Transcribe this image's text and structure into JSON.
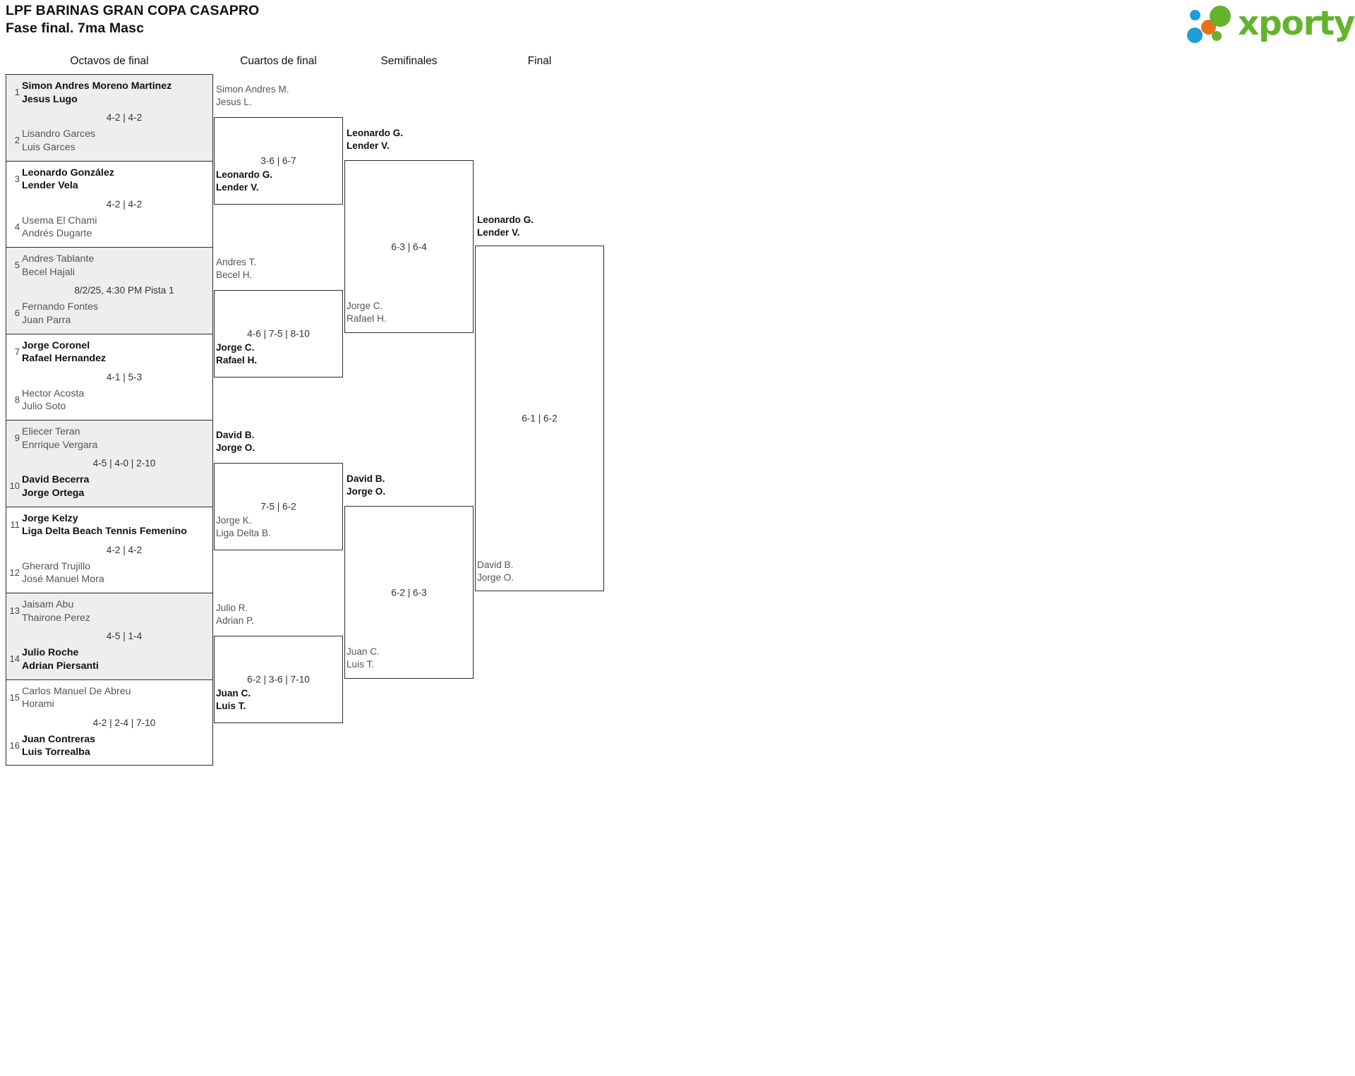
{
  "header": {
    "title_line1": "LPF BARINAS GRAN COPA CASAPRO",
    "title_line2": "Fase final. 7ma Masc",
    "logo_text": "xporty",
    "logo_colors": {
      "green": "#63b32c",
      "blue": "#1b9dd9",
      "orange": "#e8701a"
    }
  },
  "rounds": [
    {
      "id": "octavos",
      "label": "Octavos de final"
    },
    {
      "id": "cuartos",
      "label": "Cuartos de final"
    },
    {
      "id": "semifinales",
      "label": "Semifinales"
    },
    {
      "id": "final",
      "label": "Final"
    }
  ],
  "round1": {
    "matches": [
      {
        "shaded": true,
        "score": "4-2 | 4-2",
        "top": {
          "seed": "1",
          "p1": "Simon Andres Moreno Martinez",
          "p2": "Jesus Lugo",
          "winner": true
        },
        "bottom": {
          "seed": "2",
          "p1": "Lisandro Garces",
          "p2": "Luis Garces",
          "winner": false
        }
      },
      {
        "shaded": false,
        "score": "4-2 | 4-2",
        "top": {
          "seed": "3",
          "p1": "Leonardo González",
          "p2": "Lender Vela",
          "winner": true
        },
        "bottom": {
          "seed": "4",
          "p1": "Usema El Chami",
          "p2": "Andrés Dugarte",
          "winner": false
        }
      },
      {
        "shaded": true,
        "score": "8/2/25, 4:30 PM Pista 1",
        "top": {
          "seed": "5",
          "p1": "Andres Tablante",
          "p2": "Becel Hajali",
          "winner": false
        },
        "bottom": {
          "seed": "6",
          "p1": "Fernando Fontes",
          "p2": "Juan Parra",
          "winner": false
        }
      },
      {
        "shaded": false,
        "score": "4-1 | 5-3",
        "top": {
          "seed": "7",
          "p1": "Jorge Coronel",
          "p2": "Rafael Hernandez",
          "winner": true
        },
        "bottom": {
          "seed": "8",
          "p1": "Hector Acosta",
          "p2": "Julio Soto",
          "winner": false
        }
      },
      {
        "shaded": true,
        "score": "4-5 | 4-0 | 2-10",
        "top": {
          "seed": "9",
          "p1": "Eliecer Teran",
          "p2": "Enrrique Vergara",
          "winner": false
        },
        "bottom": {
          "seed": "10",
          "p1": "David Becerra",
          "p2": "Jorge Ortega",
          "winner": true
        }
      },
      {
        "shaded": false,
        "score": "4-2 | 4-2",
        "top": {
          "seed": "11",
          "p1": "Jorge Kelzy",
          "p2": "Liga Delta Beach Tennis Femenino",
          "winner": true
        },
        "bottom": {
          "seed": "12",
          "p1": "Gherard Trujillo",
          "p2": "José Manuel Mora",
          "winner": false
        }
      },
      {
        "shaded": true,
        "score": "4-5 | 1-4",
        "top": {
          "seed": "13",
          "p1": "Jaisam Abu",
          "p2": "Thairone Perez",
          "winner": false
        },
        "bottom": {
          "seed": "14",
          "p1": "Julio Roche",
          "p2": "Adrian Piersanti",
          "winner": true
        }
      },
      {
        "shaded": false,
        "score": "4-2 | 2-4 | 7-10",
        "top": {
          "seed": "15",
          "p1": "Carlos Manuel De Abreu",
          "p2": "Horami",
          "winner": false
        },
        "bottom": {
          "seed": "16",
          "p1": "Juan Contreras",
          "p2": "Luis Torrealba",
          "winner": true
        }
      }
    ]
  },
  "round2": {
    "matches": [
      {
        "score": "3-6 | 6-7",
        "top": {
          "p1": "Simon Andres M.",
          "p2": "Jesus L.",
          "winner": false
        },
        "bottom": {
          "p1": "Leonardo G.",
          "p2": "Lender V.",
          "winner": true
        }
      },
      {
        "score": "4-6 | 7-5 | 8-10",
        "top": {
          "p1": "Andres T.",
          "p2": "Becel H.",
          "winner": false
        },
        "bottom": {
          "p1": "Jorge C.",
          "p2": "Rafael H.",
          "winner": true
        }
      },
      {
        "score": "7-5 | 6-2",
        "top": {
          "p1": "David B.",
          "p2": "Jorge O.",
          "winner": true
        },
        "bottom": {
          "p1": "Jorge K.",
          "p2": "Liga Delta B.",
          "winner": false
        }
      },
      {
        "score": "6-2 | 3-6 | 7-10",
        "top": {
          "p1": "Julio R.",
          "p2": "Adrian P.",
          "winner": false
        },
        "bottom": {
          "p1": "Juan C.",
          "p2": "Luis T.",
          "winner": true
        }
      }
    ]
  },
  "round3": {
    "matches": [
      {
        "score": "6-3 | 6-4",
        "top": {
          "p1": "Leonardo G.",
          "p2": "Lender V.",
          "winner": true
        },
        "bottom": {
          "p1": "Jorge C.",
          "p2": "Rafael H.",
          "winner": false
        }
      },
      {
        "score": "6-2 | 6-3",
        "top": {
          "p1": "David B.",
          "p2": "Jorge O.",
          "winner": true
        },
        "bottom": {
          "p1": "Juan C.",
          "p2": "Luis T.",
          "winner": false
        }
      }
    ]
  },
  "round4": {
    "matches": [
      {
        "score": "6-1 | 6-2",
        "top": {
          "p1": "Leonardo G.",
          "p2": "Lender V.",
          "winner": true
        },
        "bottom": {
          "p1": "David B.",
          "p2": "Jorge O.",
          "winner": false
        }
      }
    ]
  }
}
